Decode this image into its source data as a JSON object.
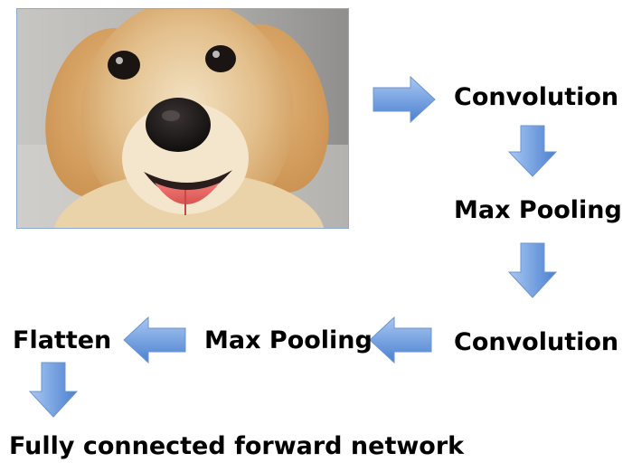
{
  "steps": {
    "conv1": "Convolution",
    "pool1": "Max Pooling",
    "conv2": "Convolution",
    "pool2": "Max Pooling",
    "flatten": "Flatten",
    "fc": "Fully connected forward network"
  },
  "colors": {
    "arrow_fill_light": "#a9c8f2",
    "arrow_fill_dark": "#4a80d0",
    "arrow_stroke": "#6d93cf",
    "photo_border": "#8aa9d6"
  }
}
